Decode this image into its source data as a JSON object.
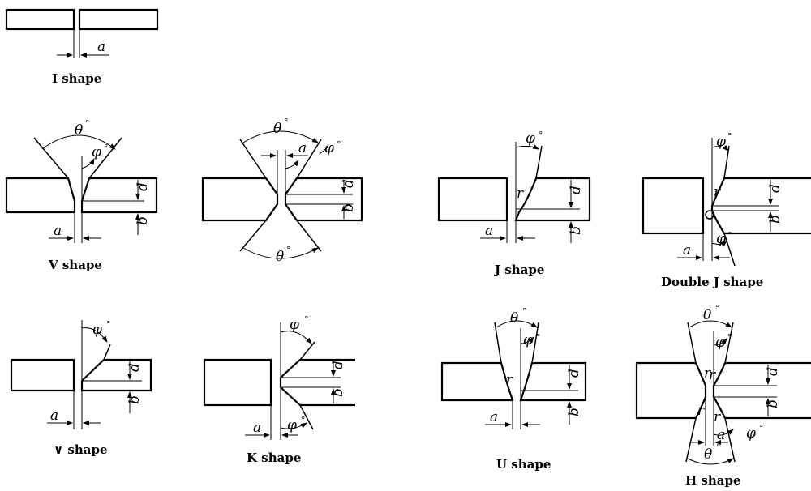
{
  "labels": {
    "i_shape": "I shape",
    "v_shape": "V shape",
    "x_shape": "",
    "j_shape": "J shape",
    "double_j_shape": "Double J shape",
    "bevel_shape": "∨ shape",
    "k_shape": "K shape",
    "u_shape": "U shape",
    "h_shape": "H shape"
  },
  "symbols": {
    "gap": "a",
    "depth": "d",
    "root_face": "b",
    "groove_angle": "θ",
    "bevel_angle": "φ",
    "radius": "r",
    "degree": "°"
  }
}
